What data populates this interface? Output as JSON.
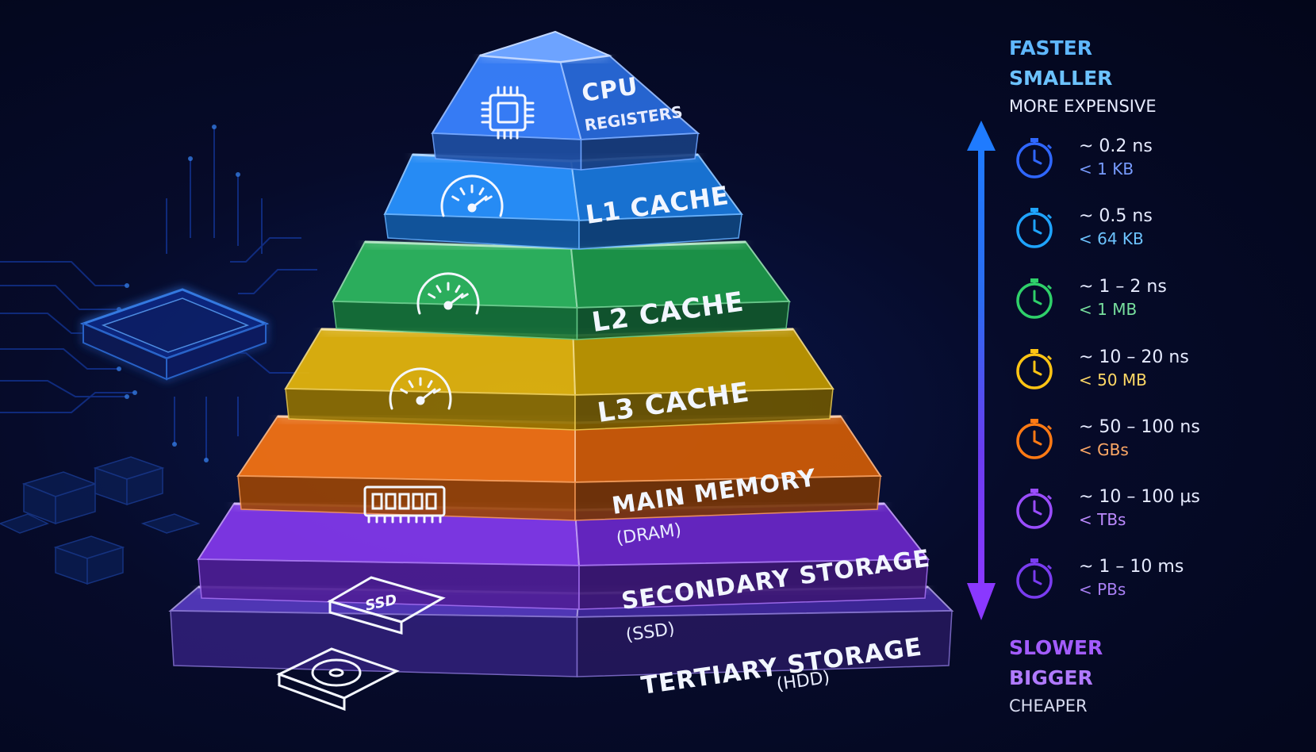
{
  "tiers": [
    {
      "title": "CPU",
      "subtitle": "REGISTERS",
      "icon": "cpu-chip-icon",
      "color": "#2f7bff"
    },
    {
      "title": "L1 CACHE",
      "subtitle": "",
      "icon": "speedometer-icon",
      "color": "#1d8cff"
    },
    {
      "title": "L2 CACHE",
      "subtitle": "",
      "icon": "speedometer-icon",
      "color": "#22b255"
    },
    {
      "title": "L3 CACHE",
      "subtitle": "",
      "icon": "speedometer-icon",
      "color": "#e0b000"
    },
    {
      "title": "MAIN MEMORY",
      "subtitle": "(DRAM)",
      "icon": "ram-module-icon",
      "color": "#f06a08"
    },
    {
      "title": "SECONDARY STORAGE",
      "subtitle": "(SSD)",
      "icon": "ssd-drive-icon",
      "color": "#7a2ee8"
    },
    {
      "title": "TERTIARY STORAGE",
      "subtitle": "(HDD)",
      "icon": "hard-disk-icon",
      "color": "#4a2fb8"
    }
  ],
  "legend": {
    "top": [
      "FASTER",
      "SMALLER",
      "MORE EXPENSIVE"
    ],
    "bottom": [
      "SLOWER",
      "BIGGER",
      "CHEAPER"
    ],
    "arrow_top_color": "#1f7bff",
    "arrow_bottom_color": "#8a38ff"
  },
  "metrics": [
    {
      "latency": "~ 0.2 ns",
      "capacity": "< 1 KB",
      "color": "#2f67ff"
    },
    {
      "latency": "~ 0.5 ns",
      "capacity": "< 64 KB",
      "color": "#1fa4ff"
    },
    {
      "latency": "~ 1 – 2 ns",
      "capacity": "< 1 MB",
      "color": "#2fd06a"
    },
    {
      "latency": "~ 10 – 20 ns",
      "capacity": "< 50 MB",
      "color": "#ffc414"
    },
    {
      "latency": "~ 50 – 100 ns",
      "capacity": "< GBs",
      "color": "#ff7a14"
    },
    {
      "latency": "~ 10 – 100 µs",
      "capacity": "< TBs",
      "color": "#9a4dff"
    },
    {
      "latency": "~ 1 – 10 ms",
      "capacity": "< PBs",
      "color": "#7a3cf0"
    }
  ]
}
